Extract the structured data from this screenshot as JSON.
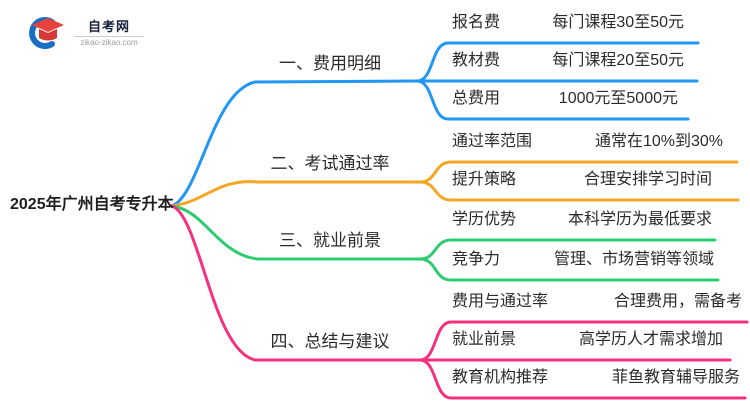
{
  "logo": {
    "brand": "自考网",
    "domain": "zikao-zikao.com",
    "icon": "graduation-cap-icon"
  },
  "central_topic": "2025年广州自考专升本",
  "colors": {
    "branch_fee": "#2196F3",
    "branch_passrate": "#F5A623",
    "branch_career": "#2ECC71",
    "branch_summary": "#F5317F",
    "text": "#2B2B2B"
  },
  "branches": [
    {
      "label": "一、费用明细",
      "color": "#2196F3",
      "rows": [
        {
          "label": "报名费",
          "value": "每门课程30至50元"
        },
        {
          "label": "教材费",
          "value": "每门课程20至50元"
        },
        {
          "label": "总费用",
          "value": "1000元至5000元"
        }
      ]
    },
    {
      "label": "二、考试通过率",
      "color": "#F5A623",
      "rows": [
        {
          "label": "通过率范围",
          "value": "通常在10%到30%"
        },
        {
          "label": "提升策略",
          "value": "合理安排学习时间"
        }
      ]
    },
    {
      "label": "三、就业前景",
      "color": "#2ECC71",
      "rows": [
        {
          "label": "学历优势",
          "value": "本科学历为最低要求"
        },
        {
          "label": "竞争力",
          "value": "管理、市场营销等领域"
        }
      ]
    },
    {
      "label": "四、总结与建议",
      "color": "#F5317F",
      "rows": [
        {
          "label": "费用与通过率",
          "value": "合理费用，需备考"
        },
        {
          "label": "就业前景",
          "value": "高学历人才需求增加"
        },
        {
          "label": "教育机构推荐",
          "value": "菲鱼教育辅导服务"
        }
      ]
    }
  ]
}
